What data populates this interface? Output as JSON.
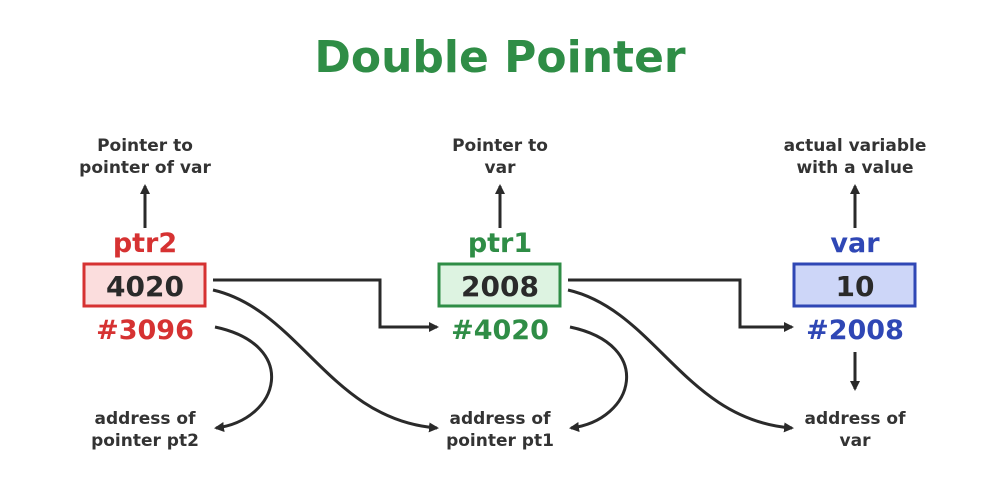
{
  "title": "Double Pointer",
  "colors": {
    "title": "#2f8d46",
    "ptr2": "#d63232",
    "ptr1": "#2f8d46",
    "var": "#2f47b5"
  },
  "nodes": [
    {
      "name": "ptr2",
      "value": "4020",
      "address": "#3096",
      "top_note": [
        "Pointer to",
        "pointer of var"
      ],
      "bottom_note": [
        "address of",
        "pointer pt2"
      ]
    },
    {
      "name": "ptr1",
      "value": "2008",
      "address": "#4020",
      "top_note": [
        "Pointer to",
        "var"
      ],
      "bottom_note": [
        "address of",
        "pointer pt1"
      ]
    },
    {
      "name": "var",
      "value": "10",
      "address": "#2008",
      "top_note": [
        "actual variable",
        "with a value"
      ],
      "bottom_note": [
        "address of",
        "var"
      ]
    }
  ]
}
